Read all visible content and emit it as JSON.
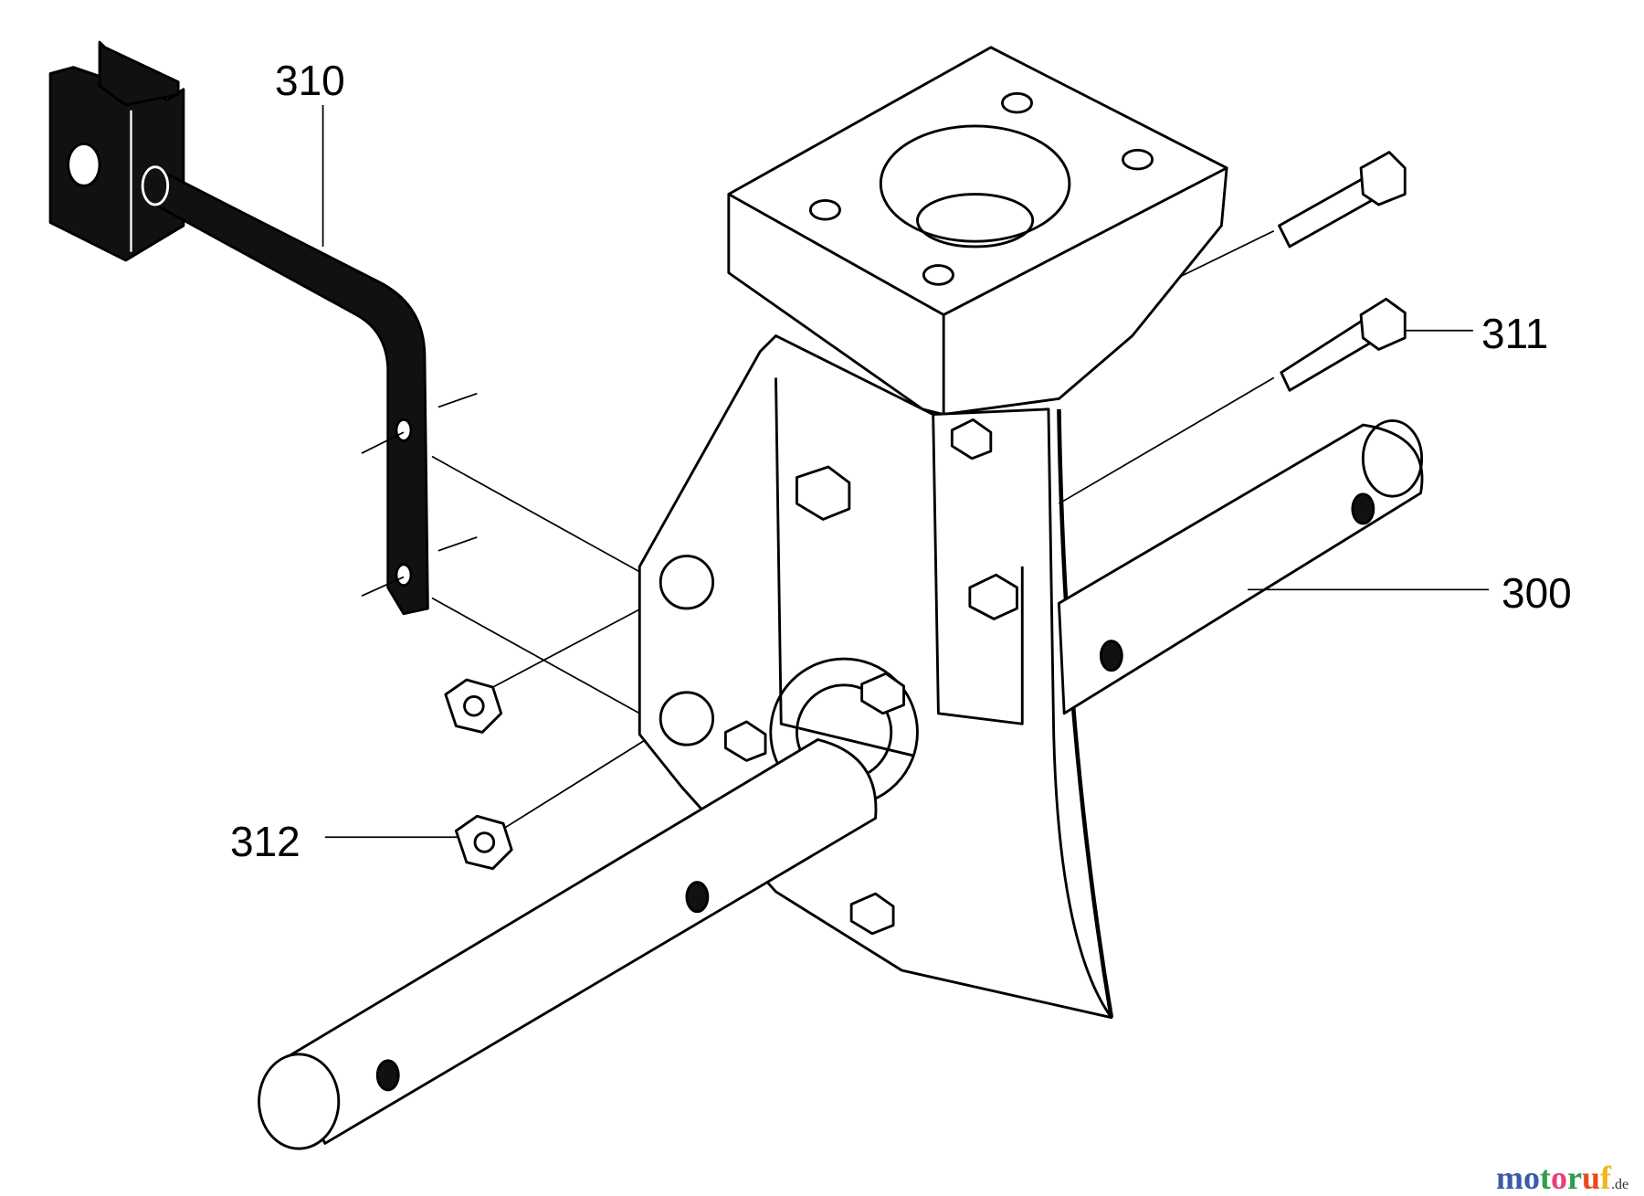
{
  "callouts": [
    {
      "id": "310",
      "text": "310"
    },
    {
      "id": "311",
      "text": "311"
    },
    {
      "id": "300",
      "text": "300"
    },
    {
      "id": "312",
      "text": "312"
    }
  ],
  "watermark": {
    "text": "motoruf",
    "tld": ".de",
    "letter_colors": [
      "#3b5ba8",
      "#3b5ba8",
      "#2e9e4a",
      "#e8407a",
      "#2e9e4a",
      "#e84a1a",
      "#f2b51c"
    ]
  },
  "colors": {
    "line": "#000000",
    "background": "#ffffff"
  }
}
